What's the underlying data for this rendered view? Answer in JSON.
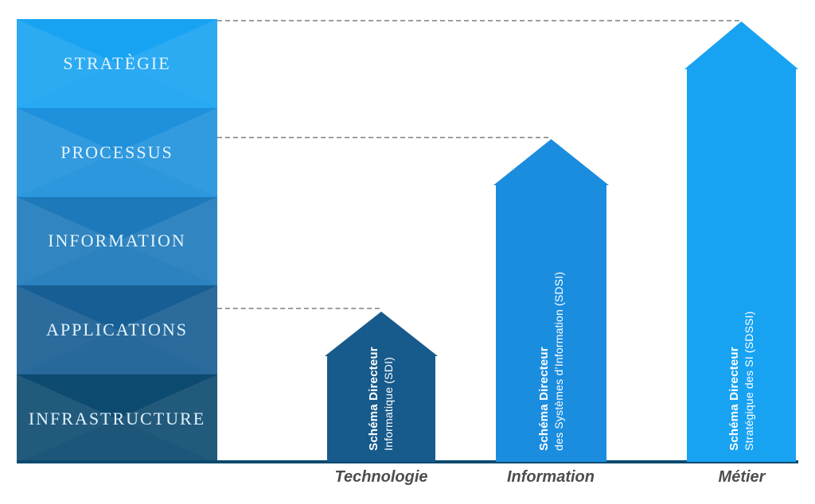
{
  "stack": {
    "text_color": "#e3f4fd",
    "layers": [
      {
        "label": "STRATÈGIE",
        "color": "#18a3f2"
      },
      {
        "label": "PROCESSUS",
        "color": "#1e90dc"
      },
      {
        "label": "INFORMATION",
        "color": "#1d79ba"
      },
      {
        "label": "APPLICATIONS",
        "color": "#175e94"
      },
      {
        "label": "INFRASTRUCTURE",
        "color": "#0d4a70"
      }
    ]
  },
  "arrows": [
    {
      "title": "Schéma Directeur",
      "subtitle": "Informatique (SDI)",
      "category": "Technologie",
      "color": "#175a8c"
    },
    {
      "title": "Schéma Directeur",
      "subtitle": "des Systèmes d’Information (SDSI)",
      "category": "Information",
      "color": "#1b8ddf"
    },
    {
      "title": "Schéma Directeur",
      "subtitle": "Stratégique des SI (SDSSI)",
      "category": "Métier",
      "color": "#18a2f2"
    }
  ],
  "baseline": {
    "color": "#0c4a6e"
  },
  "guides": {
    "color": "#9aa0a4"
  },
  "category_text_color": "#4d4d4d"
}
